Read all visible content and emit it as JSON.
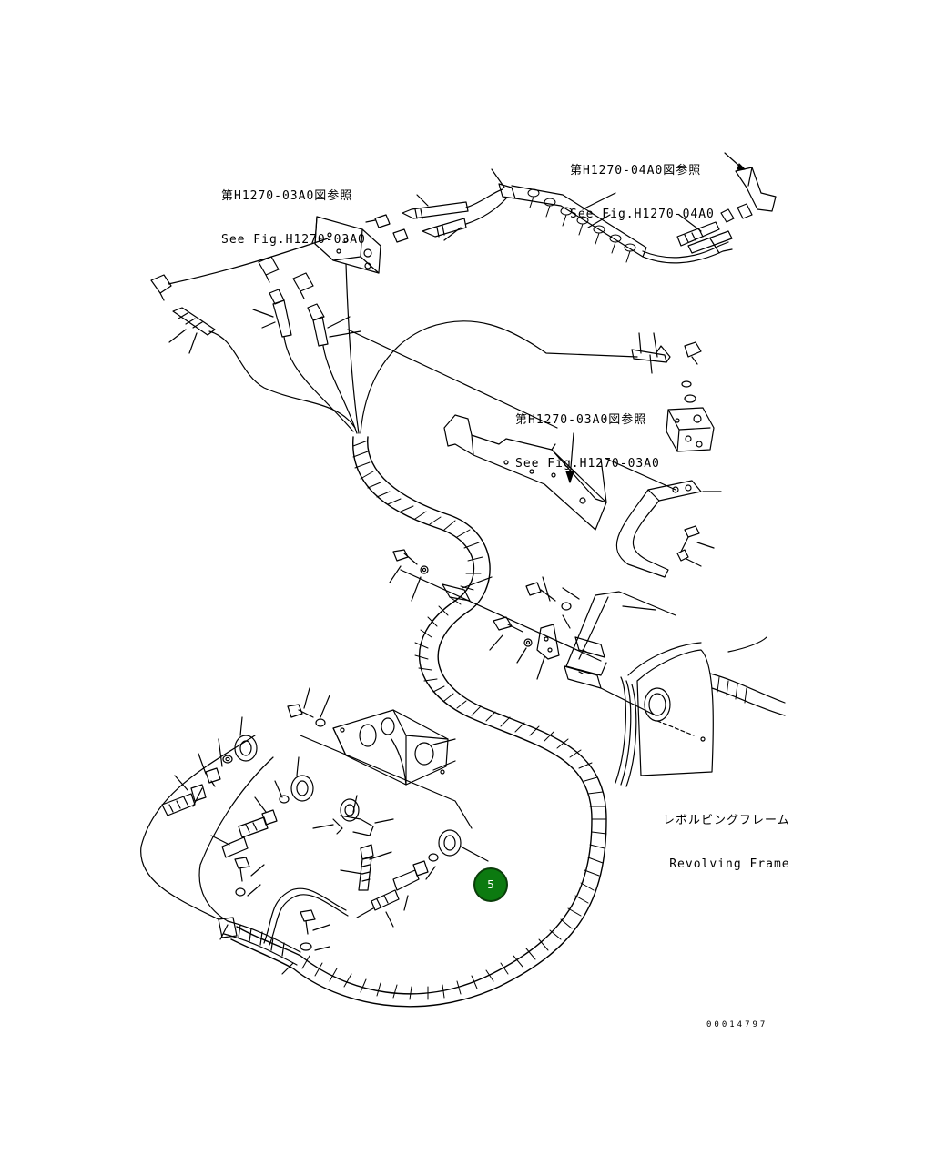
{
  "references": [
    {
      "id": "ref-h1270-04a0",
      "jp": "第H1270-04A0図参照",
      "en": "See Fig.H1270-04A0"
    },
    {
      "id": "ref-h1270-03a0-top",
      "jp": "第H1270-03A0図参照",
      "en": "See Fig.H1270-03A0"
    },
    {
      "id": "ref-h1270-03a0-mid",
      "jp": "第H1270-03A0図参照",
      "en": "See Fig.H1270-03A0"
    }
  ],
  "frame_label": {
    "jp": "レボルビングフレーム",
    "en": "Revolving Frame"
  },
  "drawing_number": "00014797",
  "callout": {
    "label": "5",
    "color": "#0c7a10"
  }
}
